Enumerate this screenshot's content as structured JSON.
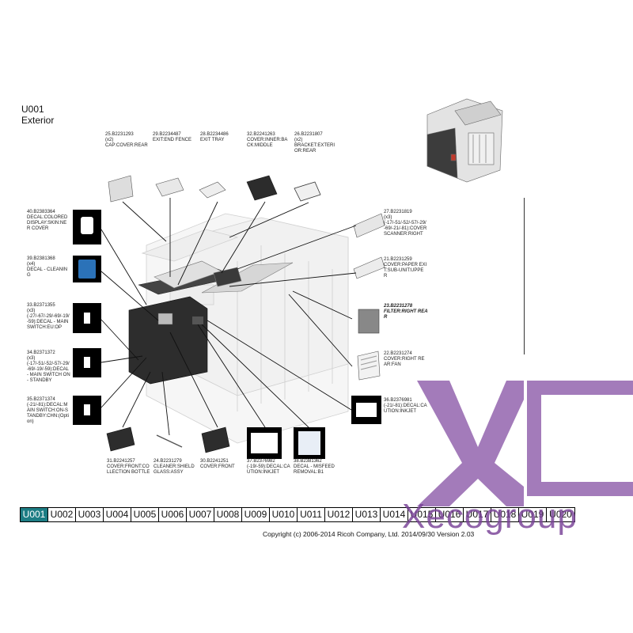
{
  "page": {
    "code": "U001",
    "section": "Exterior"
  },
  "parts": {
    "p25": {
      "num": "25.B2231293",
      "desc": "(x2)\nCAP:COVER:REAR"
    },
    "p29": {
      "num": "29.B2234487",
      "desc": "EXIT:END FENCE"
    },
    "p28": {
      "num": "28.B2234486",
      "desc": "EXIT TRAY"
    },
    "p32": {
      "num": "32.B2241263",
      "desc": "COVER:INNER:BA\nCK:MIDDLE"
    },
    "p26": {
      "num": "26.B2231807",
      "desc": "(x2)\nBRACKET:EXTERI\nOR:REAR"
    },
    "p40": {
      "num": "40.B2383364",
      "desc": "DECAL:COLORED\nDISPLAY:SKIN:NE\nR COVER"
    },
    "p27": {
      "num": "27.B2231819",
      "desc": "(x3)\n(-17/-51/-52/-57/-29/\n-69/-21/-81):COVER\nSCANNER:RIGHT"
    },
    "p39": {
      "num": "39.B2381368",
      "desc": "(x4)\nDECAL - CLEANIN\nG"
    },
    "p21": {
      "num": "21.B2231259",
      "desc": "COVER:PAPER EXI\nT:SUB-UNIT:UPPE\nR"
    },
    "p33": {
      "num": "33.B2371355",
      "desc": "(x3)\n(-27/-67/-29/-69/-19/\n-59):DECAL - MAIN\nSWITCH:EU:OP"
    },
    "p23": {
      "num": "23.B2231278",
      "desc": "FILTER:RIGHT REA\nR"
    },
    "p34": {
      "num": "34.B2371372",
      "desc": "(x3)\n(-17/-51/-52/-57/-29/\n-69/-19/-59):DECAL\n- MAIN SWITCH ON\n- STANDBY"
    },
    "p22": {
      "num": "22.B2231274",
      "desc": "COVER:RIGHT RE\nAR:FAN"
    },
    "p35": {
      "num": "35.B2371374",
      "desc": "(-21/-81):DECAL:M\nAIN SWITCH:ON-S\nTANDBY:CHN:(Opti\non)"
    },
    "p36": {
      "num": "36.B2376981",
      "desc": "(-21/-81):DECAL:CA\nUTION:INKJET"
    },
    "p31": {
      "num": "31.B2241257",
      "desc": "COVER:FRONT:CO\nLLECTION BOTTLE"
    },
    "p24": {
      "num": "24.B2231279",
      "desc": "CLEANER:SHIELD\nGLASS:ASSY"
    },
    "p30": {
      "num": "30.B2241251",
      "desc": "COVER:FRONT"
    },
    "p37": {
      "num": "37.B2376982",
      "desc": "(-19/-59):DECAL:CA\nUTION:INKJET"
    },
    "p38": {
      "num": "38.B2381362",
      "desc": "DECAL - MISFEED\nREMOVAL:B1"
    }
  },
  "tabs": [
    "U001",
    "U002",
    "U003",
    "U004",
    "U005",
    "U006",
    "U007",
    "U008",
    "U009",
    "U010",
    "U011",
    "U012",
    "U013",
    "U014",
    "U015",
    "U016",
    "U017",
    "U018",
    "U019",
    "U020"
  ],
  "active_tab": "U001",
  "copyright": "Copyright (c) 2006-2014 Ricoh Company, Ltd.    2014/09/30 Version 2.03",
  "watermark": {
    "text": "Xecogroup",
    "color": "#7a3f96"
  },
  "colors": {
    "tab_active": "#1d7d84",
    "decal_blue": "#2b72b8"
  }
}
